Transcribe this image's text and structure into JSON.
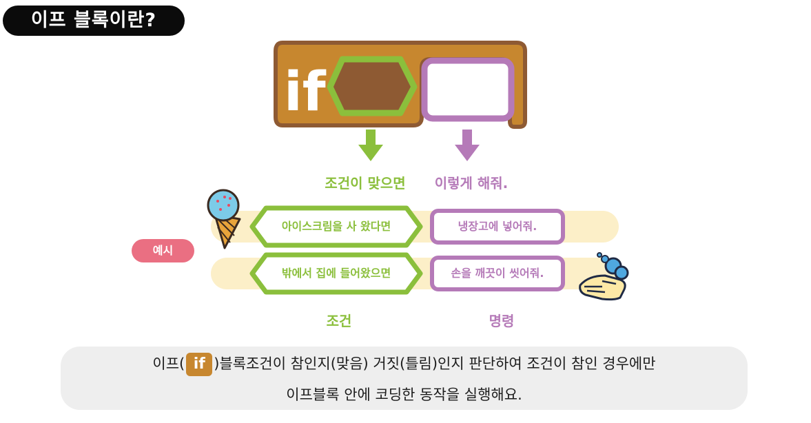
{
  "title": "이프 블록이란?",
  "if_block": {
    "keyword": "if"
  },
  "labels": {
    "condition_heading": "조건이 맞으면",
    "command_heading": "이렇게 해줘.",
    "condition_footer": "조건",
    "command_footer": "명령"
  },
  "example_label": "예시",
  "examples": [
    {
      "condition": "아이스크림을 사 왔다면",
      "command": "냉장고에 넣어줘."
    },
    {
      "condition": "밖에서 집에 들어왔으면",
      "command": "손을 깨끗이 씻어줘."
    }
  ],
  "description": {
    "line1_prefix": "이프(",
    "line1_chip": "if",
    "line1_suffix": ")블록조건이 참인지(맞음) 거짓(틀림)인지 판단하여 조건이 참인 경우에만",
    "line2": "이프블록 안에 코딩한 동작을 실행해요."
  },
  "colors": {
    "block_brown": "#c7872f",
    "block_dark": "#8e5a33",
    "green": "#8bbf3c",
    "purple": "#b57ab8",
    "band_yellow": "#fcefc8",
    "pink": "#ea6f82"
  }
}
